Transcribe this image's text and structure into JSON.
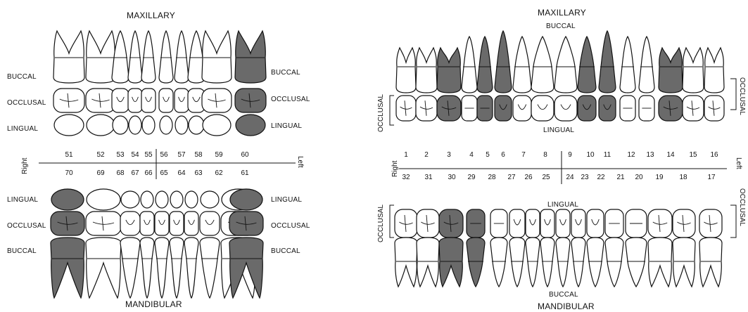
{
  "primary_chart": {
    "title_top": "MAXILLARY",
    "title_bottom": "MANDIBULAR",
    "upper_labels": [
      "BUCCAL",
      "OCCLUSAL",
      "LINGUAL"
    ],
    "lower_labels": [
      "LINGUAL",
      "OCCLUSAL",
      "BUCCAL"
    ],
    "side_right": "Right",
    "side_left": "Left",
    "upper_numbers": [
      "51",
      "52",
      "53",
      "54",
      "55",
      "56",
      "57",
      "58",
      "59",
      "60"
    ],
    "lower_numbers": [
      "70",
      "69",
      "68",
      "67",
      "66",
      "65",
      "64",
      "63",
      "62",
      "61"
    ],
    "shaded_upper": [
      "60"
    ],
    "shaded_lower": [
      "70",
      "61"
    ]
  },
  "permanent_chart": {
    "title_top": "MAXILLARY",
    "title_top_sub": "BUCCAL",
    "upper_mid_label": "LINGUAL",
    "lower_mid_label": "LINGUAL",
    "title_bottom_sub": "BUCCAL",
    "title_bottom": "MANDIBULAR",
    "occlusal_label": "OCCLUSAL",
    "side_right": "Right",
    "side_left": "Left",
    "upper_numbers": [
      "1",
      "2",
      "3",
      "4",
      "5",
      "6",
      "7",
      "8",
      "9",
      "10",
      "11",
      "12",
      "13",
      "14",
      "15",
      "16"
    ],
    "lower_numbers": [
      "32",
      "31",
      "30",
      "29",
      "28",
      "27",
      "26",
      "25",
      "24",
      "23",
      "22",
      "21",
      "20",
      "19",
      "18",
      "17"
    ],
    "shaded_upper": [
      "3",
      "5",
      "6",
      "10",
      "11",
      "14"
    ],
    "shaded_lower": [
      "30",
      "29"
    ]
  },
  "colors": {
    "shade": "#6a6a6a",
    "line": "#111111"
  }
}
